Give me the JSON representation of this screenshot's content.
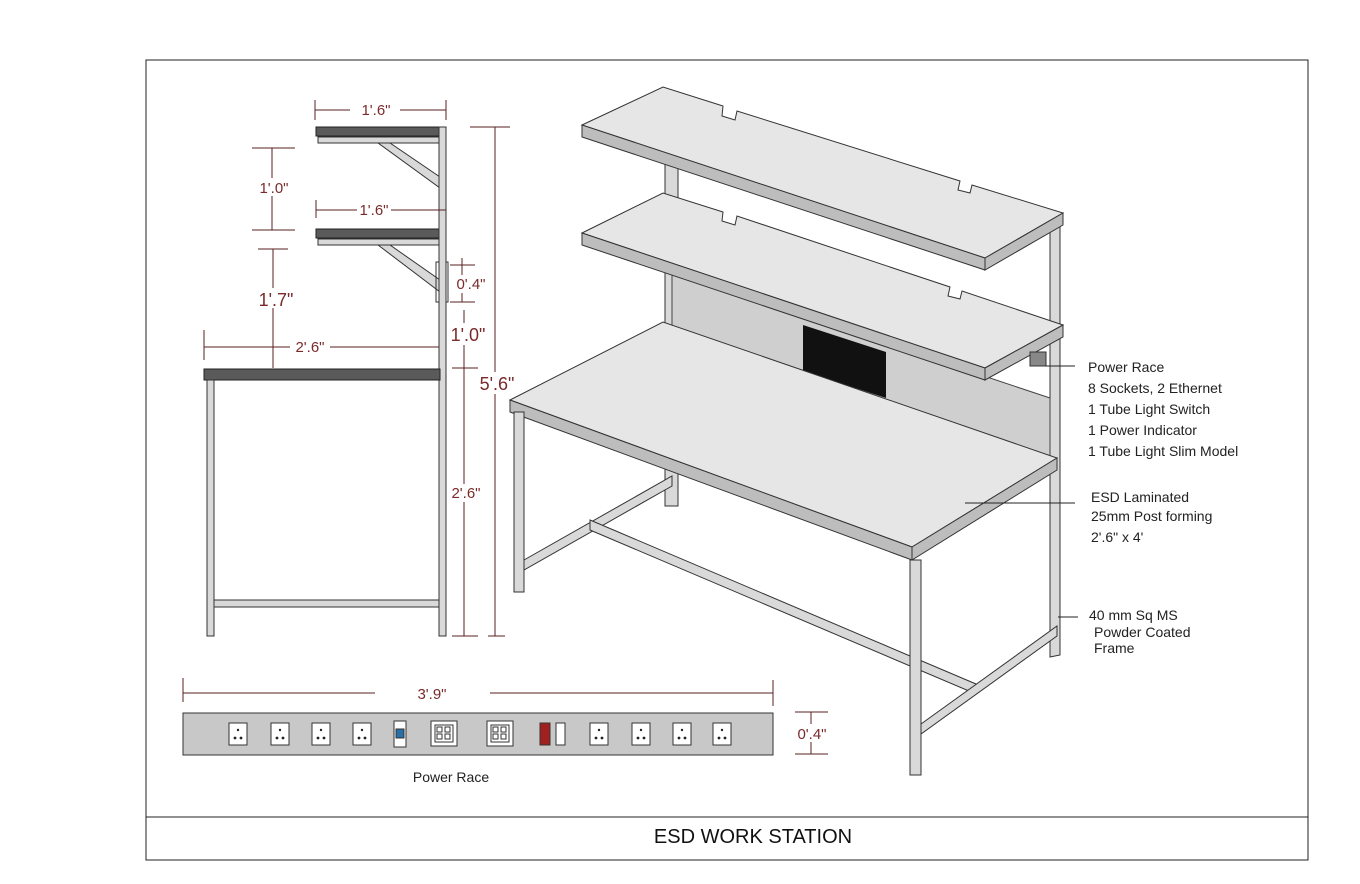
{
  "title": "ESD WORK STATION",
  "side_view": {
    "dims": {
      "top_shelf_width": "1'.6\"",
      "shelf_gap": "1'.0\"",
      "mid_shelf_width": "1'.6\"",
      "power_race_height": "0'.4\"",
      "shelf_to_desk": "1'.7\"",
      "desk_depth": "2'.6\"",
      "post_above_desk": "1'.0\"",
      "total_height": "5'.6\"",
      "desk_height": "2'.6\""
    }
  },
  "power_race": {
    "label": "Power Race",
    "length": "3'.9\"",
    "height": "0'.4\"",
    "components": [
      "socket",
      "socket",
      "socket",
      "socket",
      "tube-light-switch",
      "ethernet",
      "ethernet",
      "power-indicator",
      "switch",
      "socket",
      "socket",
      "socket",
      "socket"
    ],
    "colors": {
      "switch_blue": "#2a6fa8",
      "indicator_red": "#a02020",
      "body": "#c8c8c8"
    }
  },
  "annotations": {
    "power_race": [
      "Power Race",
      "8 Sockets, 2 Ethernet",
      "1 Tube Light Switch",
      "1 Power Indicator",
      "1 Tube Light Slim Model"
    ],
    "top": [
      "ESD Laminated",
      "25mm Post forming",
      "2'.6\" x 4'"
    ],
    "frame": [
      "40 mm Sq MS",
      "Powder Coated",
      "Frame"
    ]
  }
}
